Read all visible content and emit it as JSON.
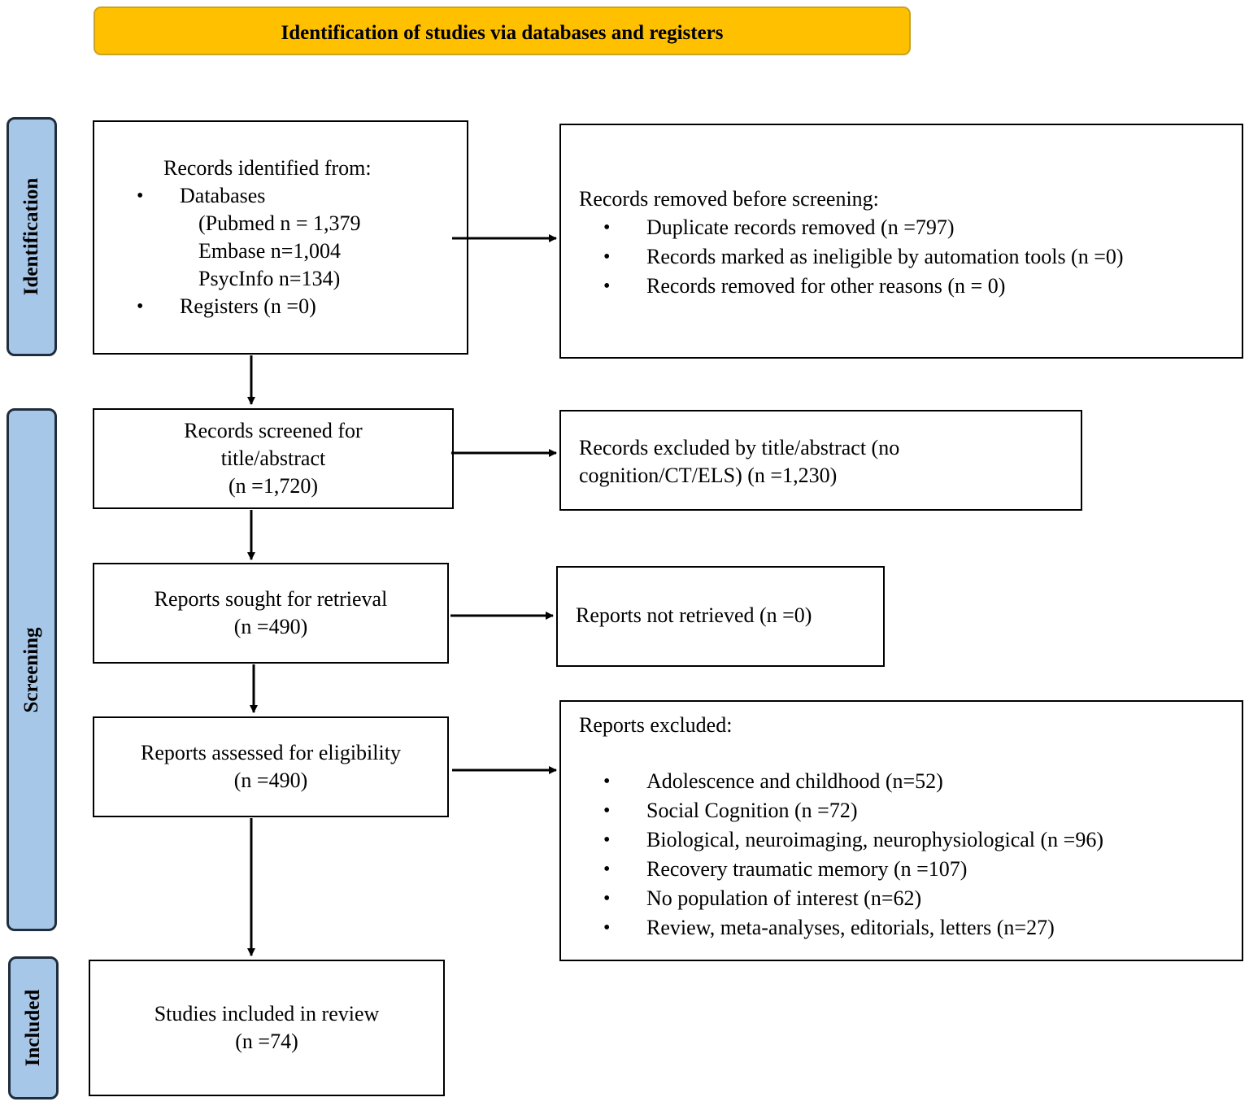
{
  "header": {
    "title": "Identification of studies via databases and registers"
  },
  "phases": {
    "identification": "Identification",
    "screening": "Screening",
    "included": "Included"
  },
  "identified": {
    "heading": "Records identified from:",
    "databases": "Databases",
    "pubmed": "(Pubmed n = 1,379",
    "embase": "Embase n=1,004",
    "psycinfo": "PsycInfo n=134)",
    "registers": "Registers (n =0)"
  },
  "removed": {
    "heading": "Records removed before screening:",
    "items": [
      "Duplicate records removed (n =797)",
      "Records marked as ineligible by automation tools (n =0)",
      "Records removed for other reasons (n = 0)"
    ]
  },
  "screened": {
    "line1": "Records screened for",
    "line2": "title/abstract",
    "line3": "(n =1,720)"
  },
  "excluded_title": {
    "line1": "Records excluded by title/abstract (no",
    "line2": "cognition/CT/ELS) (n =1,230)"
  },
  "sought": {
    "line1": "Reports sought for retrieval",
    "line2": "(n =490)"
  },
  "not_retrieved": {
    "line1": "Reports not retrieved (n =0)"
  },
  "assessed": {
    "line1": "Reports assessed for eligibility",
    "line2": "(n =490)"
  },
  "reports_excluded": {
    "heading": "Reports excluded:",
    "items": [
      "Adolescence and childhood (n=52)",
      "Social Cognition (n =72)",
      "Biological, neuroimaging, neurophysiological (n =96)",
      "Recovery traumatic memory (n =107)",
      "No population of interest (n=62)",
      "Review, meta-analyses, editorials, letters (n=27)"
    ]
  },
  "included_box": {
    "line1": "Studies included in review",
    "line2": "(n =74)"
  }
}
